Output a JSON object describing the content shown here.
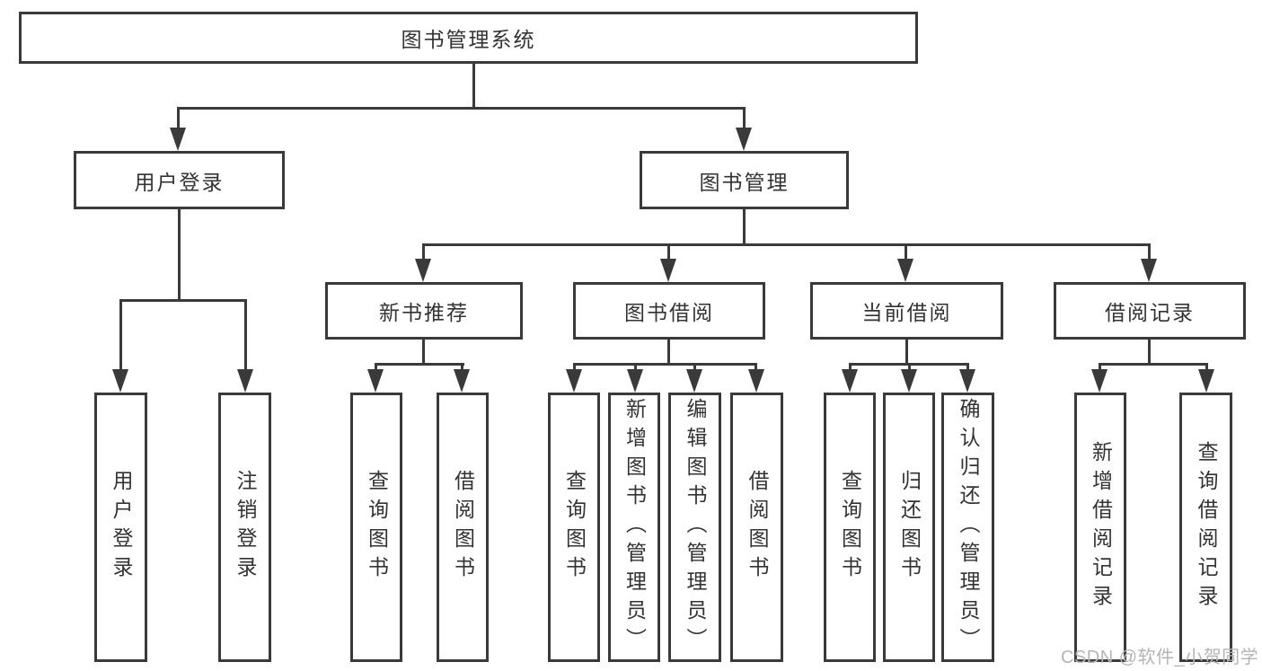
{
  "tree": {
    "root": {
      "label": "图书管理系统"
    },
    "level2": [
      {
        "label": "用户登录",
        "children": [
          {
            "label": "用户登录"
          },
          {
            "label": "注销登录"
          }
        ]
      },
      {
        "label": "图书管理",
        "children": [
          {
            "label": "新书推荐",
            "children": [
              {
                "label": "查询图书"
              },
              {
                "label": "借阅图书"
              }
            ]
          },
          {
            "label": "图书借阅",
            "children": [
              {
                "label": "查询图书"
              },
              {
                "label": "新增图书（管理员）"
              },
              {
                "label": "编辑图书（管理员）"
              },
              {
                "label": "借阅图书"
              }
            ]
          },
          {
            "label": "当前借阅",
            "children": [
              {
                "label": "查询图书"
              },
              {
                "label": "归还图书"
              },
              {
                "label": "确认归还（管理员）"
              }
            ]
          },
          {
            "label": "借阅记录",
            "children": [
              {
                "label": "新增借阅记录"
              },
              {
                "label": "查询借阅记录"
              }
            ]
          }
        ]
      }
    ]
  },
  "watermark": "CSDN @软件_小贺同学",
  "colors": {
    "line": "#3a3a3a",
    "text": "#333333",
    "watermark": "#b5b5b5",
    "background": "#ffffff"
  }
}
